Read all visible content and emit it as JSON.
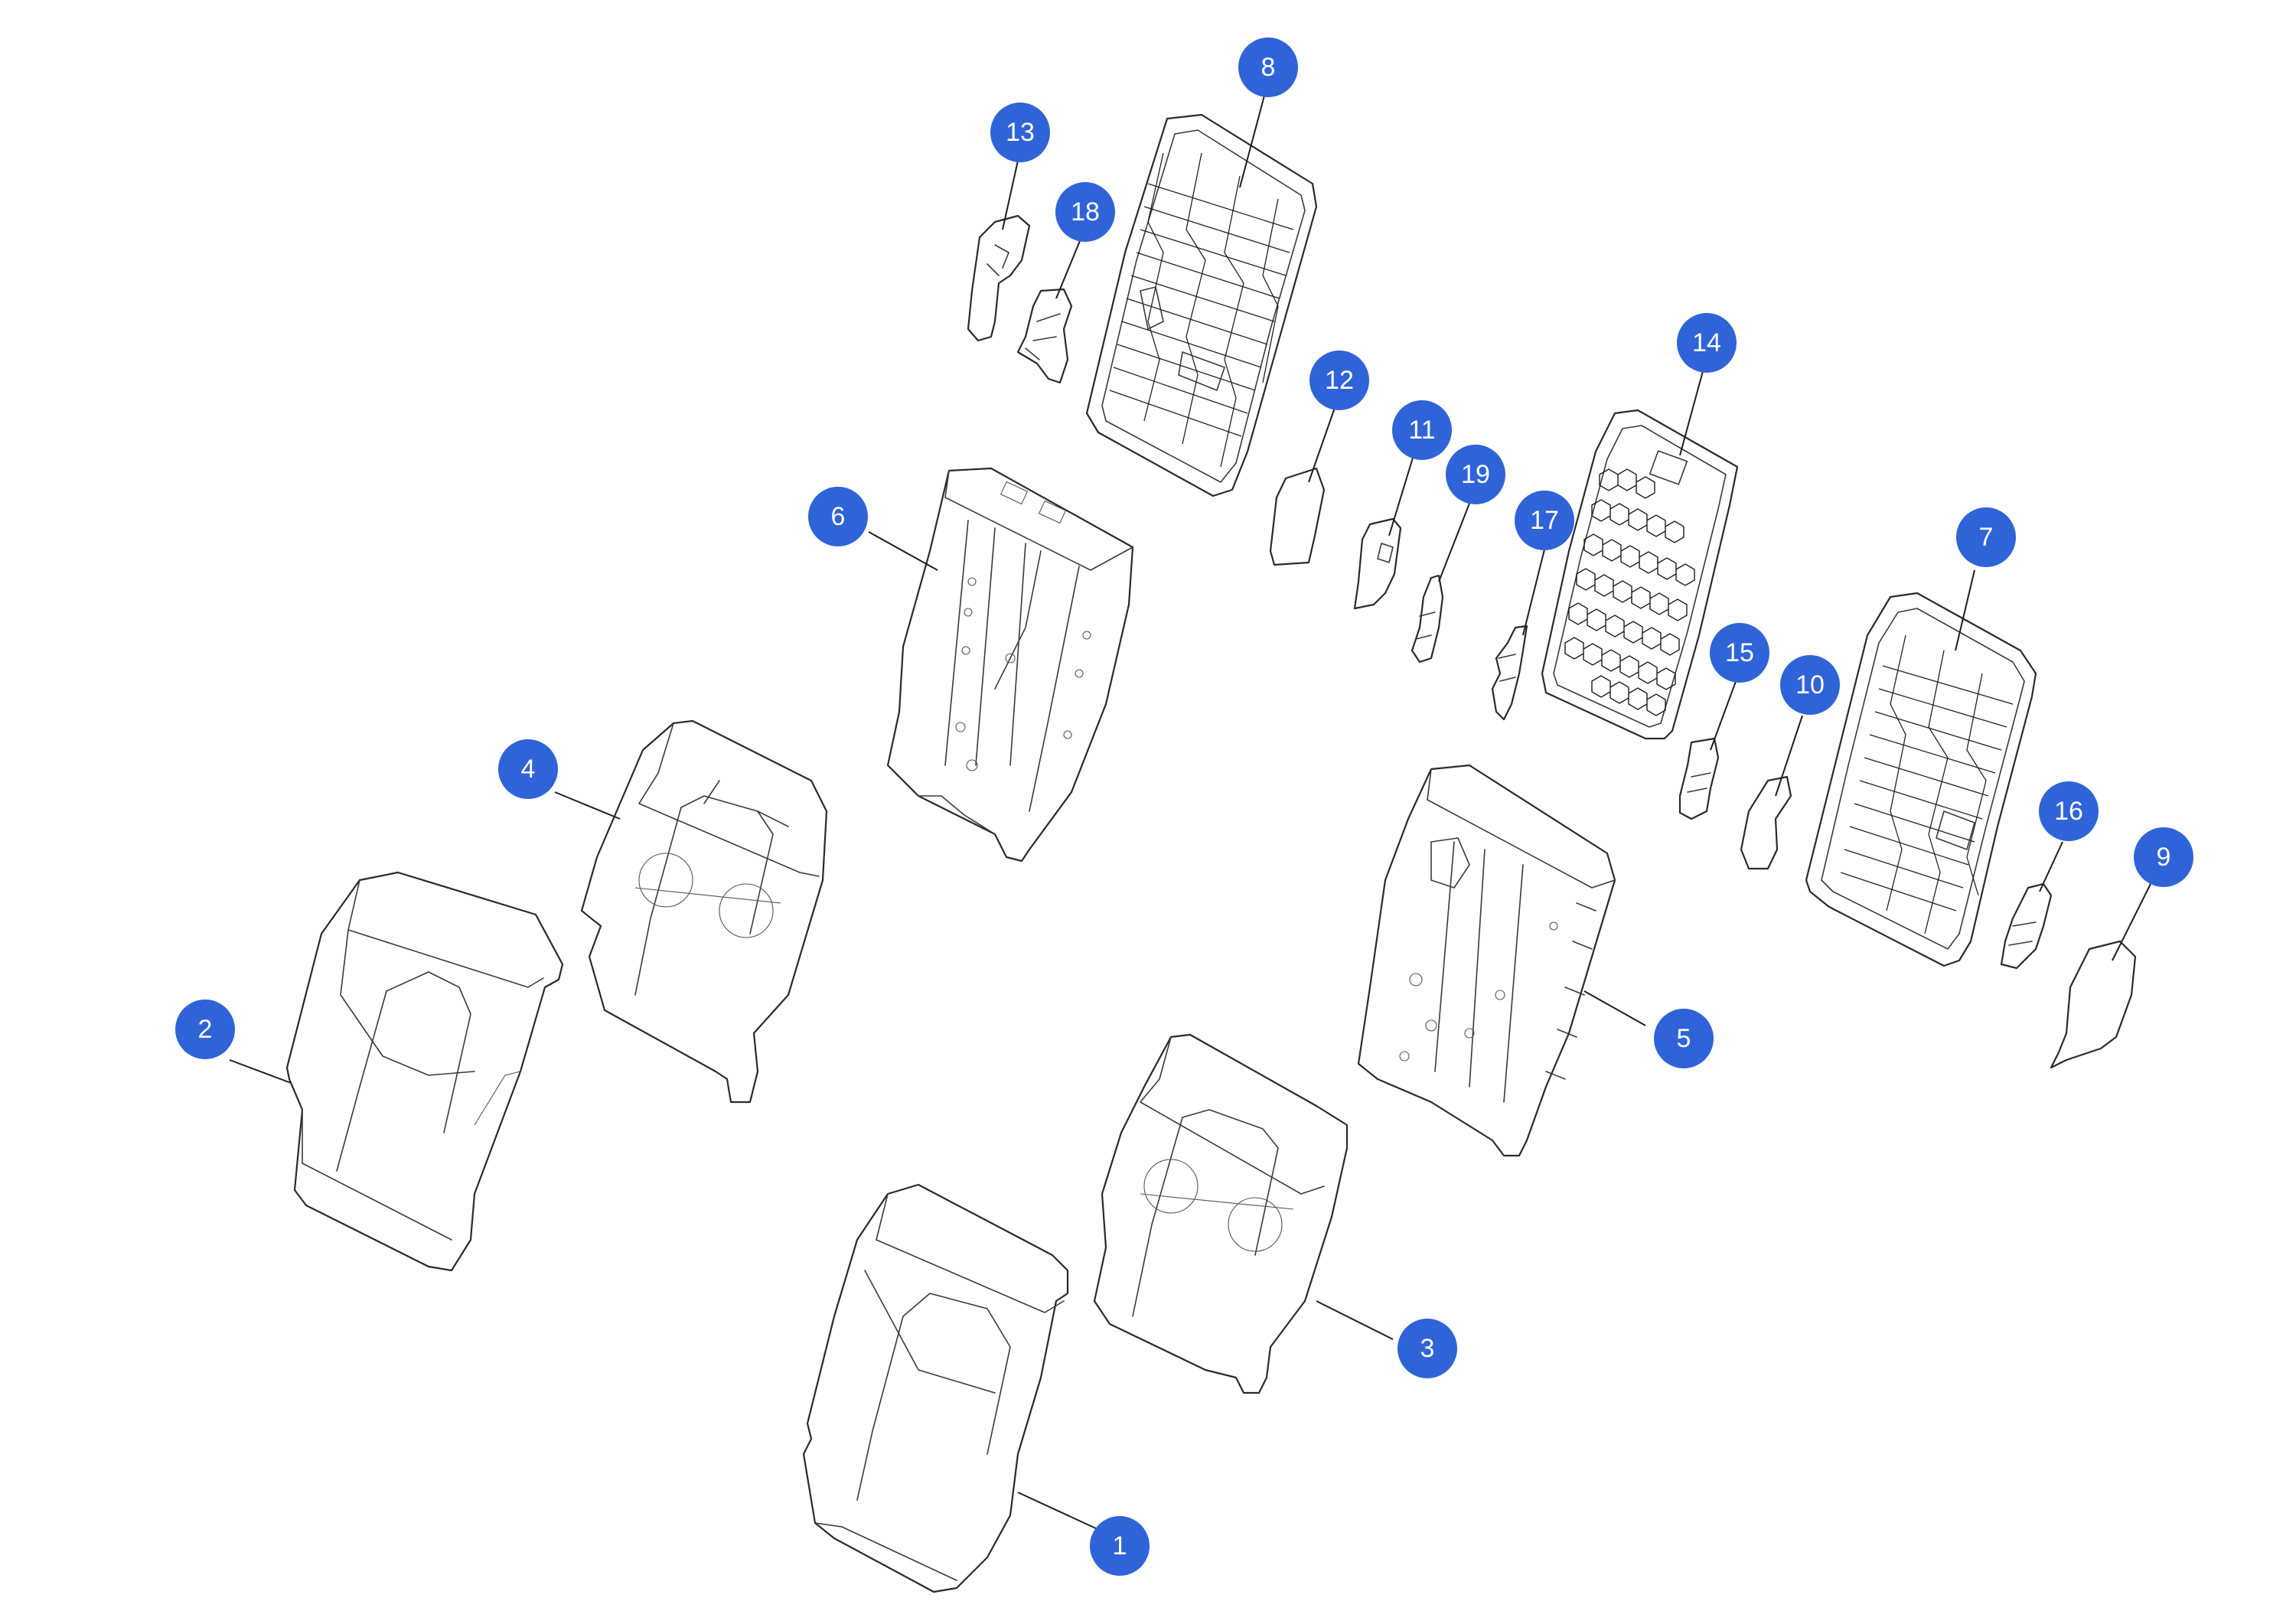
{
  "diagram": {
    "callouts": [
      {
        "id": "callout-1",
        "label": "1"
      },
      {
        "id": "callout-2",
        "label": "2"
      },
      {
        "id": "callout-3",
        "label": "3"
      },
      {
        "id": "callout-4",
        "label": "4"
      },
      {
        "id": "callout-5",
        "label": "5"
      },
      {
        "id": "callout-6",
        "label": "6"
      },
      {
        "id": "callout-7",
        "label": "7"
      },
      {
        "id": "callout-8",
        "label": "8"
      },
      {
        "id": "callout-9",
        "label": "9"
      },
      {
        "id": "callout-10",
        "label": "10"
      },
      {
        "id": "callout-11",
        "label": "11"
      },
      {
        "id": "callout-12",
        "label": "12"
      },
      {
        "id": "callout-13",
        "label": "13"
      },
      {
        "id": "callout-14",
        "label": "14"
      },
      {
        "id": "callout-15",
        "label": "15"
      },
      {
        "id": "callout-16",
        "label": "16"
      },
      {
        "id": "callout-17",
        "label": "17"
      },
      {
        "id": "callout-18",
        "label": "18"
      },
      {
        "id": "callout-19",
        "label": "19"
      }
    ],
    "callout_color": "#2f63d8",
    "line_color": "#2a2a2a"
  }
}
